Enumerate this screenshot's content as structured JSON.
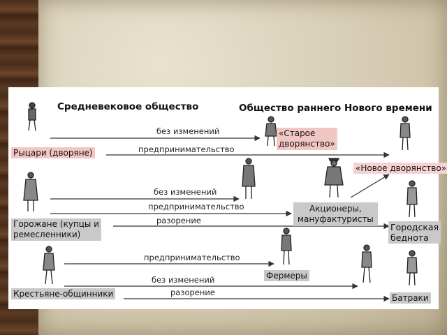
{
  "headers": {
    "left": "Средневековое общество",
    "right": "Общество раннего Нового времени"
  },
  "left_groups": {
    "knights": "Рыцари (дворяне)",
    "townspeople_line1": "Горожане (купцы и",
    "townspeople_line2": "ремесленники)",
    "peasants": "Крестьяне-общинники"
  },
  "right_groups": {
    "old_nobility_line1": "«Старое",
    "old_nobility_line2": "дворянство»",
    "new_nobility": "«Новое дворянство»",
    "shareholders_line1": "Акционеры,",
    "shareholders_line2": "мануфактуристы",
    "urban_poor_line1": "Городская",
    "urban_poor_line2": "беднота",
    "farmers": "Фермеры",
    "laborers": "Батраки"
  },
  "arrows": {
    "k_no_change": "без изменений",
    "k_enterprise": "предпринимательство",
    "t_no_change": "без изменений",
    "t_enterprise": "предпринимательство",
    "t_ruin": "разорение",
    "p_enterprise": "предпринимательство",
    "p_no_change": "без изменений",
    "p_ruin": "разорение"
  }
}
